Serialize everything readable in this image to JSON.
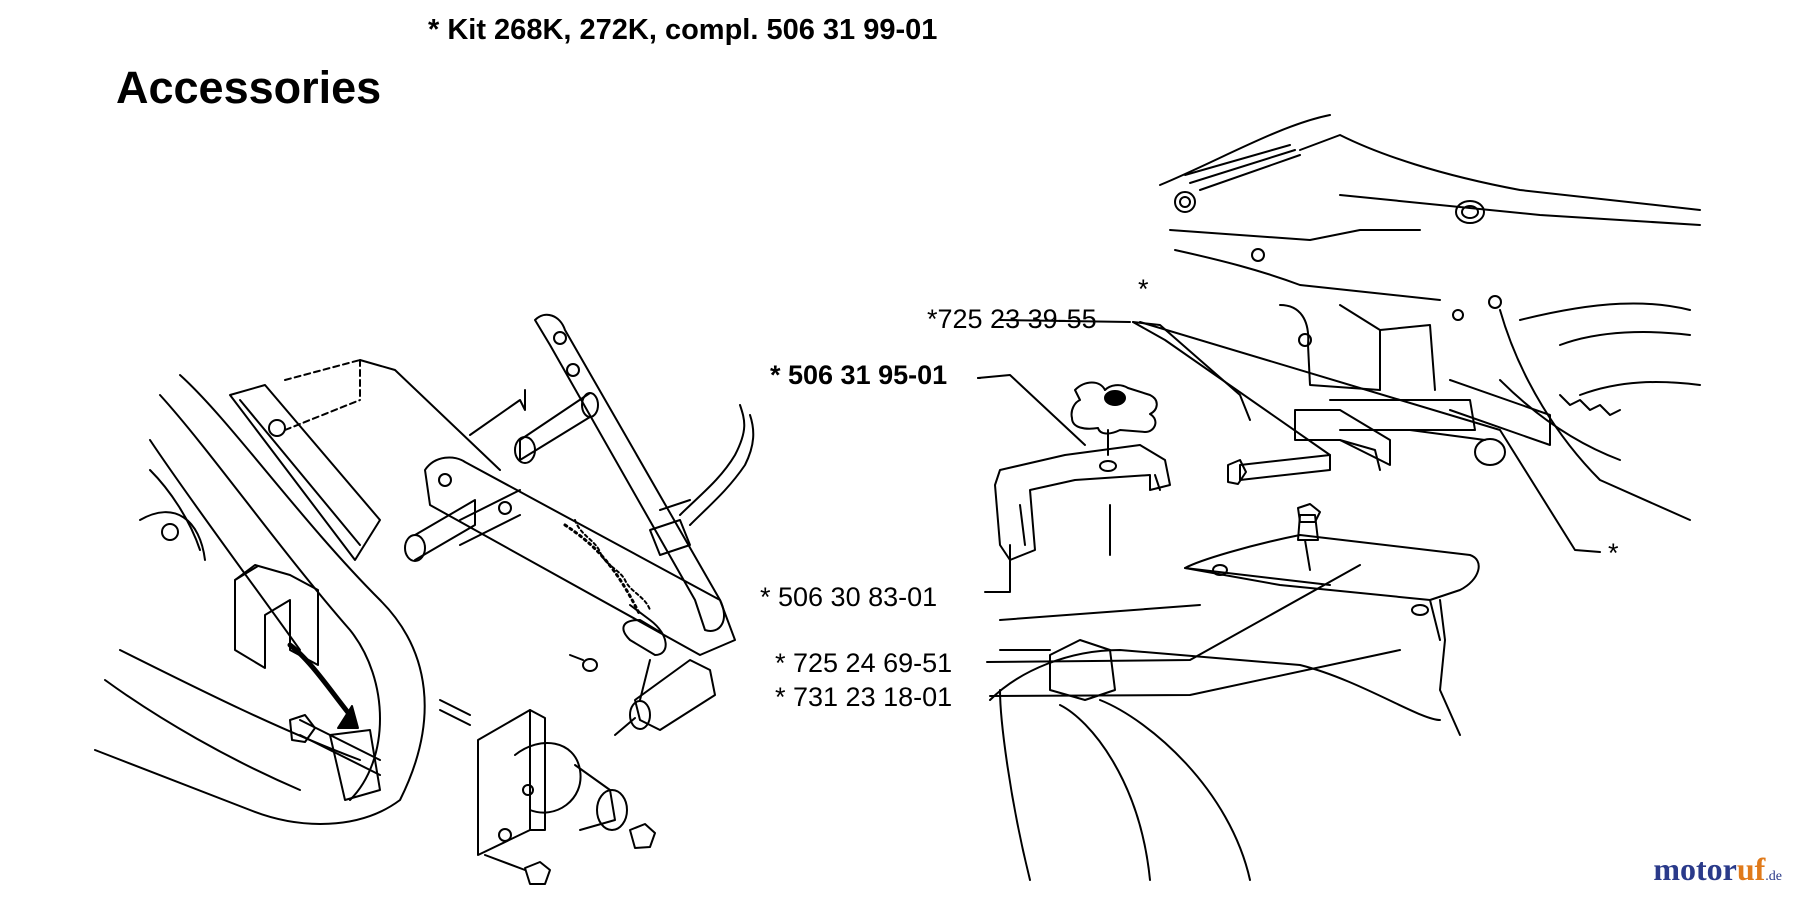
{
  "header": {
    "kit_title": "* Kit 268K, 272K, compl. 506 31 99-01",
    "section_title": "Accessories"
  },
  "parts": {
    "p1": "*725 23 39-55",
    "p2": "* 506 31 95-01",
    "p3": "* 506 30 83-01",
    "p4": "* 725 24 69-51",
    "p5": "* 731 23 18-01",
    "star_top": "*",
    "star_right": "*"
  },
  "watermark": {
    "brand_a": "motor",
    "brand_b": "uf",
    "tld": ".de"
  }
}
